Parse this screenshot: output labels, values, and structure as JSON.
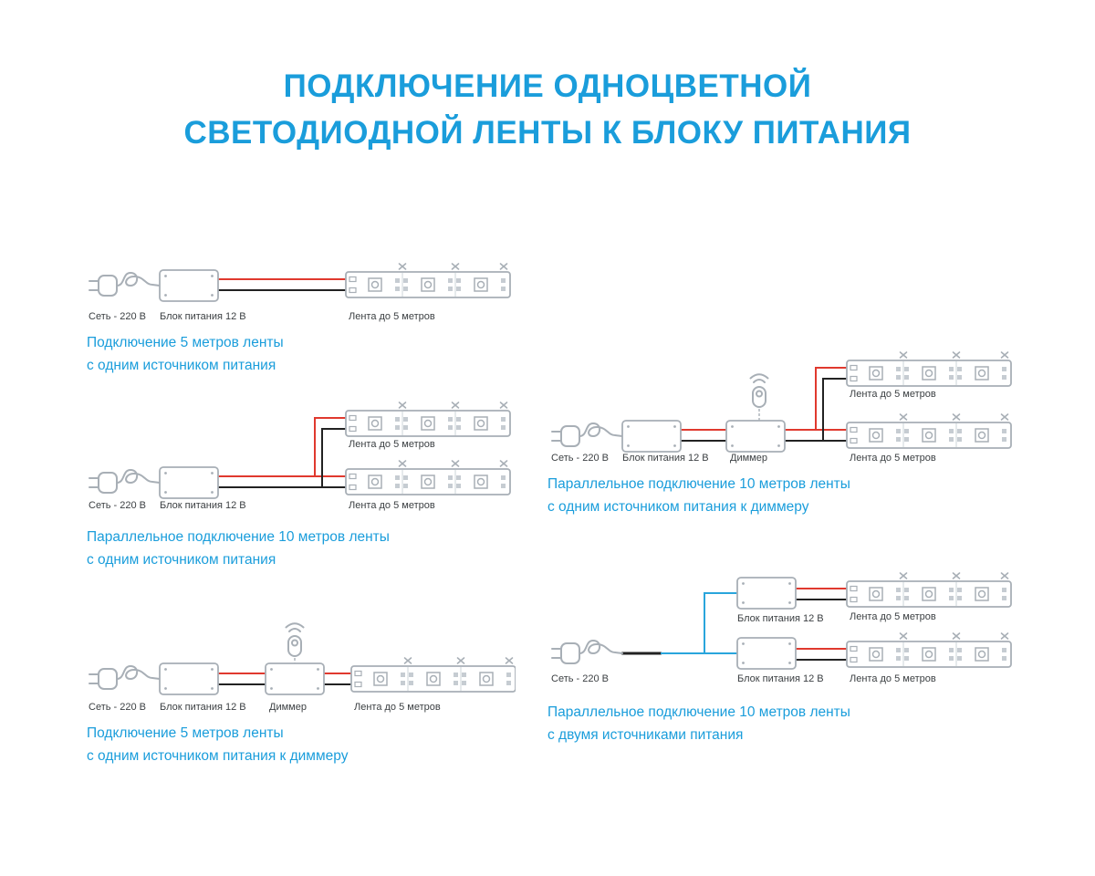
{
  "title": {
    "line1": "ПОДКЛЮЧЕНИЕ ОДНОЦВЕТНОЙ",
    "line2": "СВЕТОДИОДНОЙ ЛЕНТЫ К БЛОКУ ПИТАНИЯ"
  },
  "colors": {
    "accent_blue": "#1a9ddb",
    "outline_gray": "#a8afb6",
    "wire_red": "#e0392e",
    "wire_black": "#222222",
    "wire_blue": "#29a5dc"
  },
  "icons": {
    "plug": "power-plug-icon",
    "psu": "power-supply-box",
    "strip": "led-strip",
    "dimmer": "dimmer-box",
    "remote": "remote-control-icon",
    "cut_mark": "cut-x-icon"
  },
  "diagrams": {
    "d1": {
      "caption": [
        "Подключение 5 метров ленты",
        "с одним источником питания"
      ],
      "labels": {
        "mains": "Сеть - 220 В",
        "psu": "Блок питания 12 В",
        "strip": "Лента до 5 метров"
      }
    },
    "d2": {
      "caption": [
        "Параллельное подключение 10 метров ленты",
        "с одним источником питания"
      ],
      "labels": {
        "mains": "Сеть - 220 В",
        "psu": "Блок питания 12 В",
        "strip_top": "Лента до 5 метров",
        "strip_bottom": "Лента до 5 метров"
      }
    },
    "d3": {
      "caption": [
        "Подключение 5 метров ленты",
        "с одним источником питания к диммеру"
      ],
      "labels": {
        "mains": "Сеть - 220 В",
        "psu": "Блок питания 12 В",
        "dimmer": "Диммер",
        "strip": "Лента до 5 метров"
      }
    },
    "d4": {
      "caption": [
        "Параллельное подключение 10 метров ленты",
        "с одним источником питания к диммеру"
      ],
      "labels": {
        "mains": "Сеть - 220 В",
        "psu": "Блок питания 12 В",
        "dimmer": "Диммер",
        "strip_top": "Лента до 5 метров",
        "strip_bottom": "Лента до 5 метров"
      }
    },
    "d5": {
      "caption": [
        "Параллельное подключение 10 метров ленты",
        "с двумя источниками питания"
      ],
      "labels": {
        "mains": "Сеть - 220 В",
        "psu_top": "Блок питания 12 В",
        "psu_bottom": "Блок питания 12 В",
        "strip_top": "Лента до 5 метров",
        "strip_bottom": "Лента до 5 метров"
      }
    }
  }
}
